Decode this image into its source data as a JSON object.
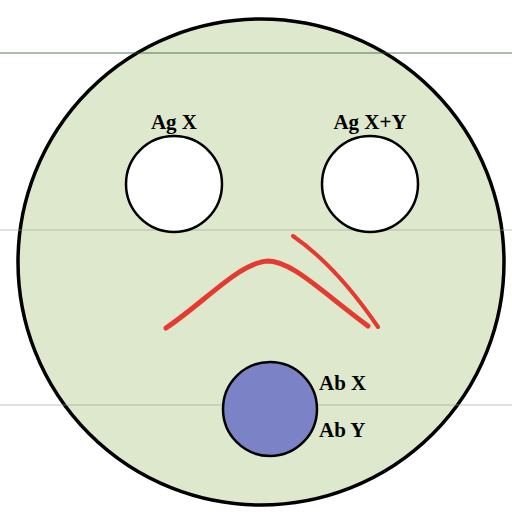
{
  "diagram": {
    "nodes": [
      {
        "text": [
          "Ag X"
        ]
      },
      {
        "text": [
          "Ag X+Y"
        ]
      },
      {
        "text": [
          "Ab X",
          "Ab Y"
        ]
      }
    ]
  }
}
